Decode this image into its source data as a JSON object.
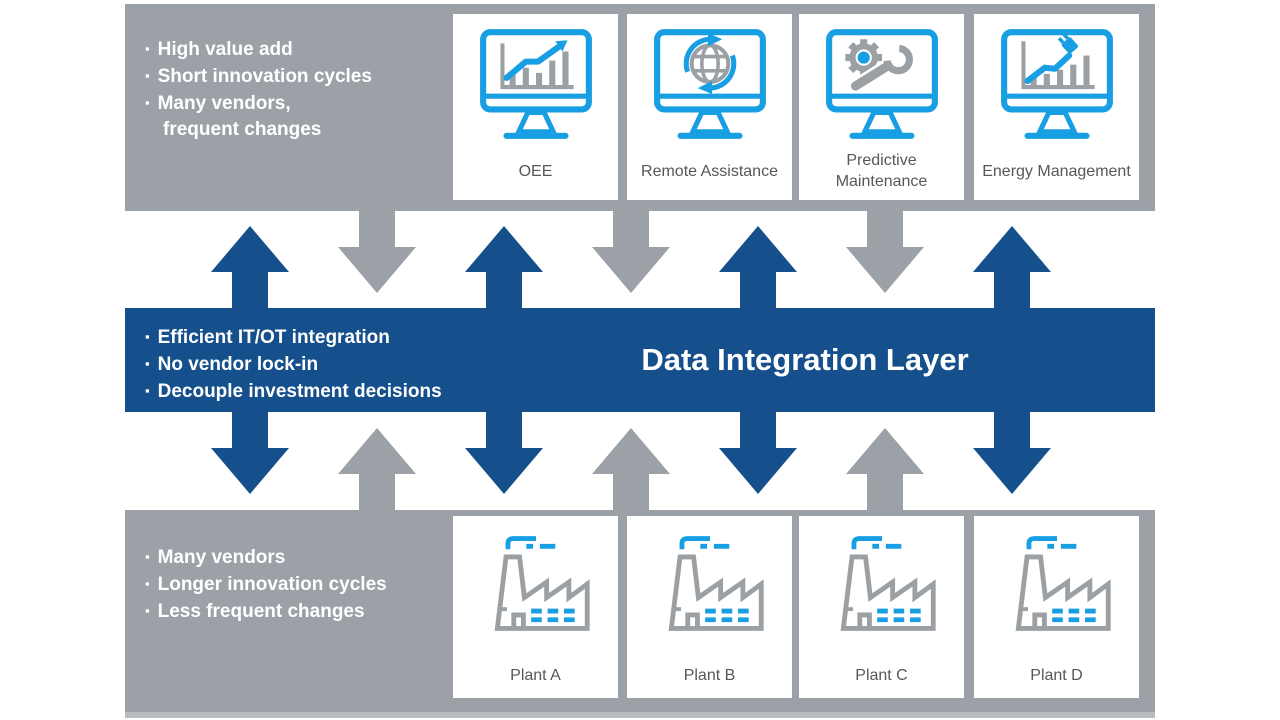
{
  "colors": {
    "band_gray": "#9BA1A6",
    "deep_blue": "#15508C",
    "icon_blue": "#189FE3",
    "icon_gray": "#9BA0A4",
    "card_text": "#55575B",
    "shadow_gray": "#B7BCBF"
  },
  "top_band": {
    "bullets": [
      "High value add",
      "Short innovation cycles",
      "Many vendors,\nfrequent changes"
    ]
  },
  "apps": [
    {
      "label": "OEE",
      "icon": "monitor-bar-chart-trend-icon"
    },
    {
      "label": "Remote Assistance",
      "icon": "monitor-globe-sync-icon"
    },
    {
      "label": "Predictive Maintenance",
      "icon": "monitor-gear-wrench-icon"
    },
    {
      "label": "Energy Management",
      "icon": "monitor-energy-plug-icon"
    }
  ],
  "integration_band": {
    "title": "Data Integration Layer",
    "bullets": [
      "Efficient IT/OT integration",
      "No vendor lock-in",
      "Decouple investment decisions"
    ]
  },
  "bottom_band": {
    "bullets": [
      "Many vendors",
      "Longer innovation cycles",
      "Less frequent changes"
    ]
  },
  "plants": [
    {
      "label": "Plant A",
      "icon": "factory-icon"
    },
    {
      "label": "Plant B",
      "icon": "factory-icon"
    },
    {
      "label": "Plant C",
      "icon": "factory-icon"
    },
    {
      "label": "Plant D",
      "icon": "factory-icon"
    }
  ]
}
